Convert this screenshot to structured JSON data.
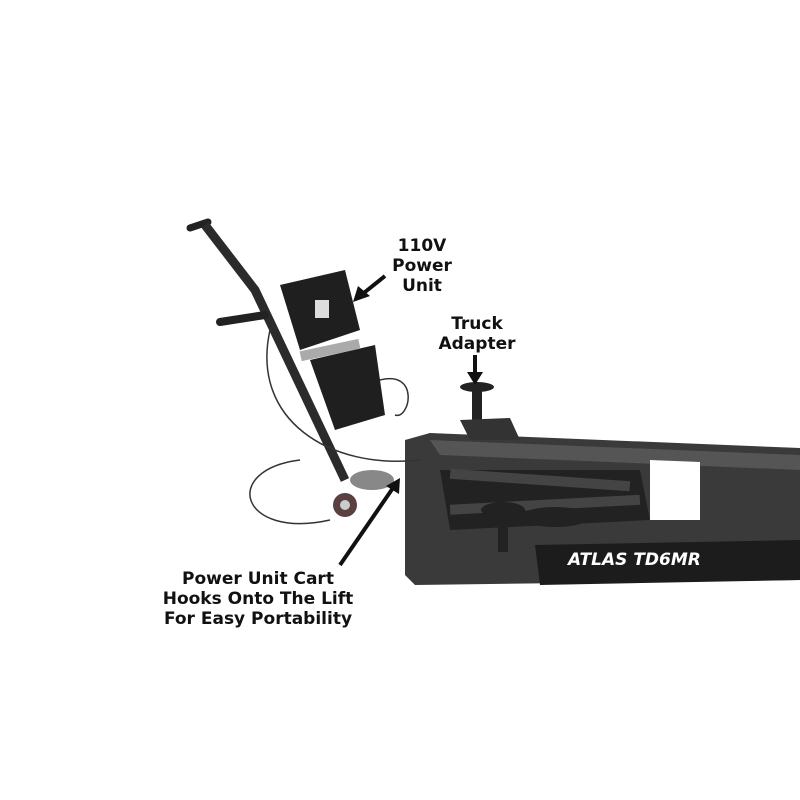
{
  "callouts": {
    "power_unit": [
      "110V",
      "Power",
      "Unit"
    ],
    "truck_adapter": [
      "Truck",
      "Adapter"
    ],
    "cart": [
      "Power Unit Cart",
      "Hooks Onto The Lift",
      "For Easy Portability"
    ]
  },
  "brand_label": "ATLAS TD6MR",
  "colors": {
    "frame": "#2b2b2b",
    "background": "#ffffff",
    "text": "#111111"
  }
}
